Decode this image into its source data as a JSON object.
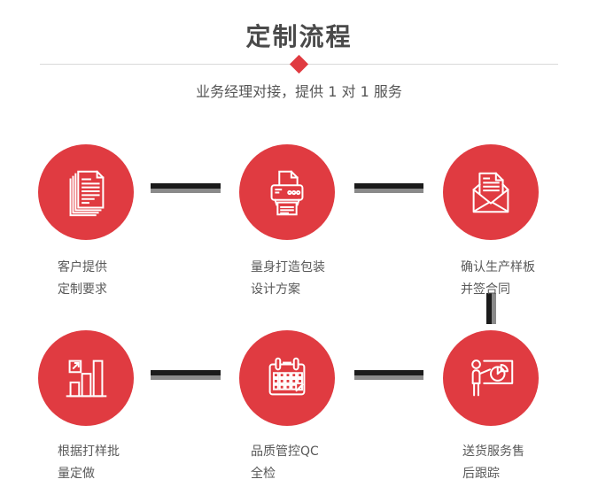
{
  "header": {
    "title": "定制流程",
    "subtitle": "业务经理对接，提供 1 对 1 服务"
  },
  "steps": [
    {
      "name": "step-1",
      "icon": "documents-icon",
      "lines": [
        "客户提供",
        "定制要求"
      ]
    },
    {
      "name": "step-2",
      "icon": "printer-icon",
      "lines": [
        "量身打造包装",
        "设计方案"
      ]
    },
    {
      "name": "step-3",
      "icon": "envelope-icon",
      "lines": [
        "确认生产样板",
        "并签合同"
      ]
    },
    {
      "name": "step-4",
      "icon": "bar-chart-icon",
      "lines": [
        "根据打样批",
        "量定做"
      ]
    },
    {
      "name": "step-5",
      "icon": "calendar-icon",
      "lines": [
        "品质管控QC",
        "全检"
      ]
    },
    {
      "name": "step-6",
      "icon": "presentation-icon",
      "lines": [
        "送货服务售",
        "后跟踪"
      ]
    }
  ],
  "colors": {
    "accent_red": "#e03b41",
    "title_text": "#4a4a4a",
    "body_text": "#595959",
    "divider": "#d9d9d9",
    "connector_dark": "#1b1b1b",
    "connector_light": "#8a8a8a",
    "icon_stroke": "#ffffff"
  }
}
